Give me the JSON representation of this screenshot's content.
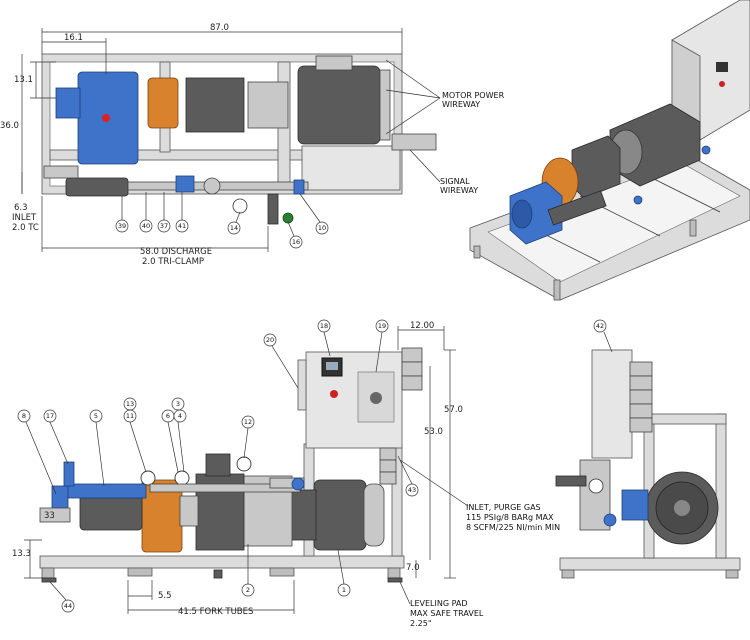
{
  "dimensions": {
    "overall_length": "87.0",
    "pump_offset": "16.1",
    "top_h1": "13.1",
    "top_h2": "36.0",
    "inlet_h": "6.3",
    "inlet_label": "INLET",
    "inlet_size": "2.0 TC",
    "discharge_len": "58.0 DISCHARGE",
    "discharge_type": "2.0 TRI-CLAMP",
    "side_height": "57.0",
    "panel_depth": "12.00",
    "cabinet_height": "53.0",
    "base_height": "13.3",
    "inlet_side": "33",
    "pad_travel": "7.0",
    "fork_offset": "5.5",
    "fork_tubes": "41.5 FORK TUBES"
  },
  "notes": {
    "motor_power": [
      "MOTOR POWER",
      "WIREWAY"
    ],
    "signal": [
      "SIGNAL",
      "WIREWAY"
    ],
    "purge_gas": [
      "INLET, PURGE GAS",
      "115 PSIg/8 BARg MAX",
      "8 SCFM/225 Nl/min MIN"
    ],
    "leveling_pad": [
      "LEVELING PAD",
      "MAX SAFE TRAVEL",
      "2.25\""
    ]
  },
  "balloons": {
    "top": [
      "39",
      "40",
      "37",
      "41",
      "14",
      "16",
      "10"
    ],
    "side": [
      "20",
      "18",
      "19",
      "8",
      "17",
      "5",
      "13",
      "11",
      "3",
      "6",
      "4",
      "12",
      "43",
      "2",
      "1",
      "44"
    ],
    "end": [
      "42"
    ]
  }
}
